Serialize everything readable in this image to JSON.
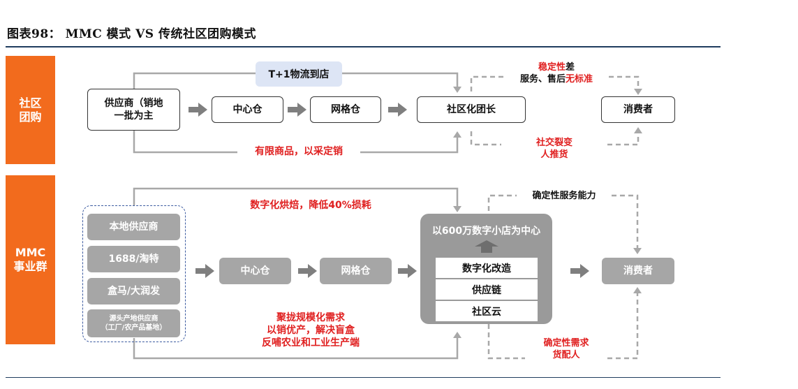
{
  "title": "图表98：  MMC 模式 VS 传统社区团购模式",
  "top": {
    "side_label": "社区\n团购",
    "supplier": "供应商（销地\n一批为主",
    "center_warehouse": "中心仓",
    "grid_warehouse": "网格仓",
    "leader": "社区化团长",
    "consumer": "消费者",
    "logistics_badge": "T+1物流到店",
    "limited_goods": "有限商品，以采定销",
    "stability_red": "稳定性",
    "stability_dark": "差",
    "service_dark": "服务、售后",
    "service_red": "无标准",
    "social_viral": "社交裂变\n人推货"
  },
  "bottom": {
    "side_label": "MMC\n事业群",
    "sources": [
      "本地供应商",
      "1688/淘特",
      "盒马/大润发"
    ],
    "source_small": "源头产地供应商\n（工厂/农产品基地）",
    "center_warehouse": "中心仓",
    "grid_warehouse": "网格仓",
    "hub_title": "以600万数字小店为中心",
    "hub_items": [
      "数字化改造",
      "供应链",
      "社区云"
    ],
    "consumer": "消费者",
    "digital_baking": "数字化烘焙，降低40%损耗",
    "aggregate": "聚拢规模化需求\n以销优产，解决盲盒\n反哺农业和工业生产端",
    "certain_service": "确定性服务能力",
    "certain_demand": "确定性需求\n货配人"
  },
  "colors": {
    "accent_orange": "#f26b1d",
    "text_red": "#e02020",
    "box_gray": "#a6a6a6",
    "hub_gray": "#9a9a9a",
    "rule_blue": "#1f3c5e",
    "badge_blue": "#dde5f5"
  }
}
